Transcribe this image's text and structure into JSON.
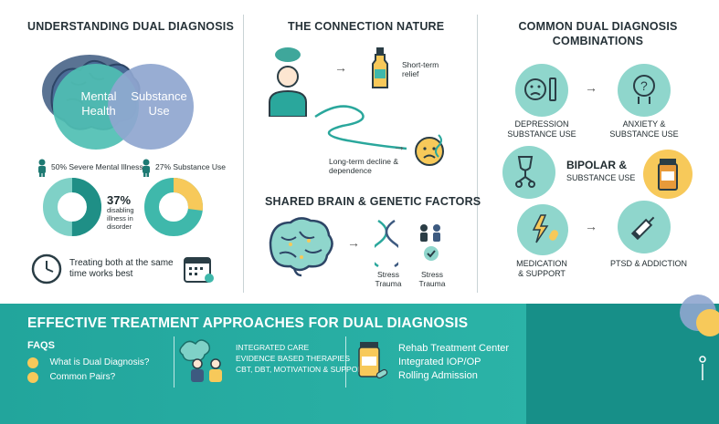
{
  "col1": {
    "title": "UNDERSTANDING DUAL DIAGNOSIS",
    "venn_left": "Mental\nHealth",
    "venn_right": "Substance\nUse",
    "stat_left": "50% Severe Mental Illness",
    "stat_right": "27% Substance Use",
    "donut_left_pct": 0.5,
    "donut_right_pct": 0.27,
    "mid_pct": "37%",
    "mid_note": "disabling illness in disorder",
    "clock_text": "Treating both at the same time works best"
  },
  "col2": {
    "title": "THE CONNECTION NATURE",
    "short_term": "Short-term relief",
    "long_term": "Long-term decline & dependence",
    "shared_title": "SHARED BRAIN & GENETIC FACTORS",
    "dna_caption": "Stress Trauma",
    "people_caption": "Stress Trauma"
  },
  "col3": {
    "title_line1": "COMMON DUAL DIAGNOSIS",
    "title_line2": "COMBINATIONS",
    "combo1": "DEPRESSION\nSUBSTANCE USE",
    "combo2": "ANXIETY &\nSUBSTANCE USE",
    "combo3_line1": "BIPOLAR &",
    "combo3_line2": "SUBSTANCE USE",
    "combo4": "MEDICATION\n& SUPPORT",
    "combo5": "PTSD & ADDICTION"
  },
  "bottom": {
    "title": "EFFECTIVE TREATMENT APPROACHES FOR DUAL DIAGNOSIS",
    "faqs": "FAQS",
    "faq1": "What is Dual Diagnosis?",
    "faq2": "Common Pairs?",
    "care_line1": "INTEGRATED CARE",
    "care_line2": "EVIDENCE BASED THERAPIES",
    "care_line3": "CBT, DBT, MOTIVATION & SUPPORT",
    "center_line1": "Rehab Treatment Center",
    "center_line2": "Integrated IOP/OP",
    "center_line3": "Rolling Admission"
  },
  "colors": {
    "teal": "#2aa79c",
    "light_teal": "#7fd1c7",
    "navy_brain": "#3d5a80",
    "yellow": "#f7c95a",
    "bottom_bg": "#22a59c"
  }
}
